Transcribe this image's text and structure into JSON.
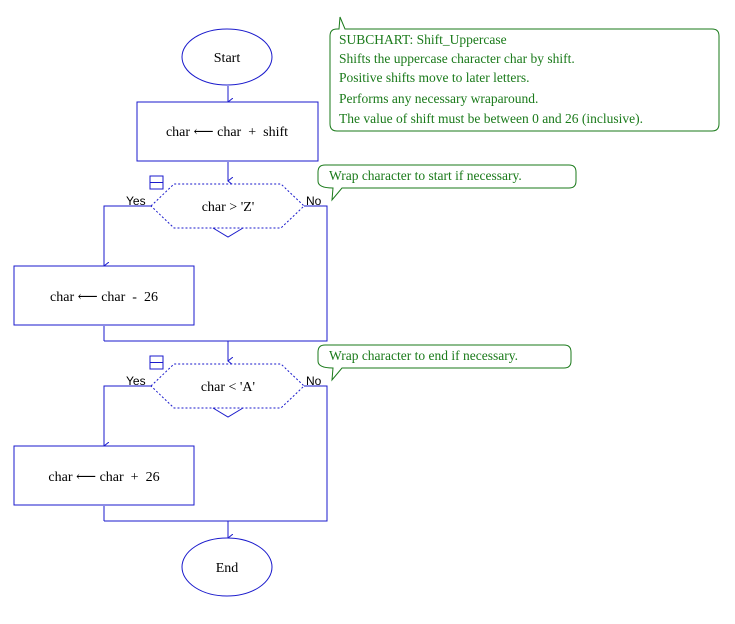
{
  "colors": {
    "flow": "#1a1acc",
    "comment": "#1a7a1a",
    "text": "#000000"
  },
  "flowchart": {
    "start": "Start",
    "end": "End",
    "assign1": "char ⟵ char  +  shift",
    "decision1": "char > 'Z'",
    "decision1_yes": "Yes",
    "decision1_no": "No",
    "assign2": "char ⟵ char  -  26",
    "decision2": "char < 'A'",
    "decision2_yes": "Yes",
    "decision2_no": "No",
    "assign3": "char ⟵ char  +  26"
  },
  "comments": {
    "header": [
      "SUBCHART: Shift_Uppercase",
      "Shifts the uppercase character char by shift.",
      "Positive shifts move to later letters.",
      "Performs any necessary wraparound.",
      "The value of shift must be between 0 and 26 (inclusive)."
    ],
    "decision1": "Wrap character to start if necessary.",
    "decision2": "Wrap character to end if necessary."
  }
}
